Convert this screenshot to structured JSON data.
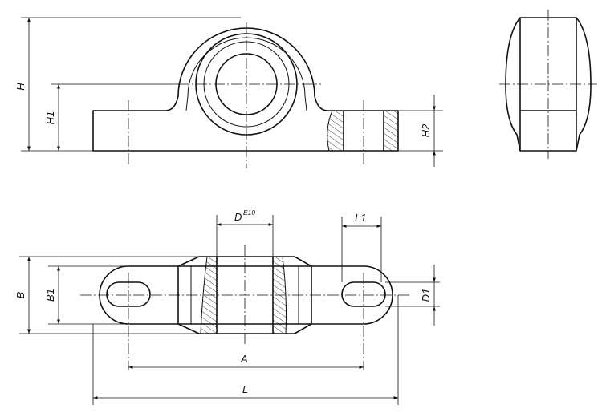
{
  "labels": {
    "H": "H",
    "H1": "H1",
    "H2": "H2",
    "B": "B",
    "B1": "B1",
    "D": "D",
    "D_sup": "E10",
    "L1": "L1",
    "D1": "D1",
    "A": "A",
    "L": "L"
  }
}
